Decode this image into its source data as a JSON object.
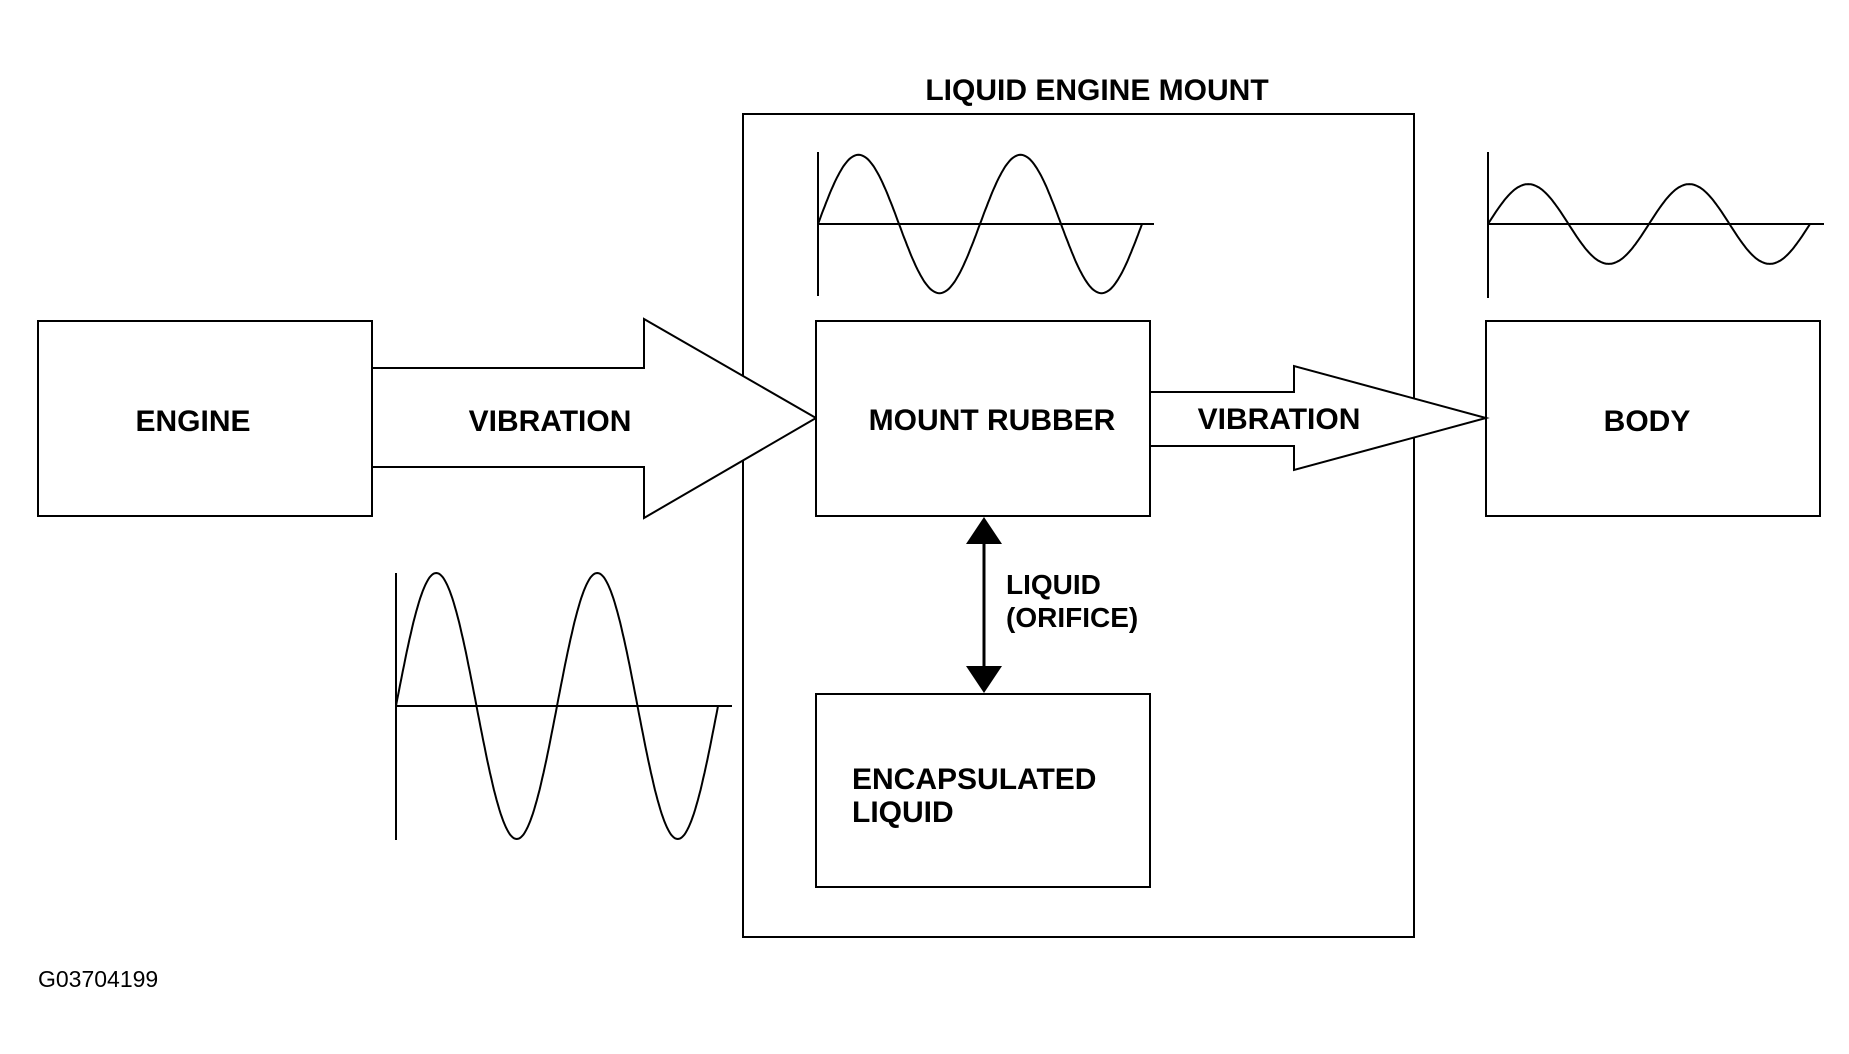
{
  "title": "LIQUID ENGINE MOUNT",
  "boxes": {
    "engine": "ENGINE",
    "mount_rubber": "MOUNT RUBBER",
    "encapsulated_line1": "ENCAPSULATED",
    "encapsulated_line2": "LIQUID",
    "body": "BODY"
  },
  "arrows": {
    "input": "VIBRATION",
    "output": "VIBRATION"
  },
  "orifice": {
    "line1": "LIQUID",
    "line2": "(ORIFICE)"
  },
  "figure_id": "G03704199",
  "waveforms": [
    {
      "name": "engine-vibration",
      "relative_amplitude": 1.0,
      "cycles": 2
    },
    {
      "name": "mount-rubber-vibration",
      "relative_amplitude": 0.52,
      "cycles": 2
    },
    {
      "name": "body-vibration",
      "relative_amplitude": 0.3,
      "cycles": 2
    }
  ],
  "colors": {
    "line": "#000000",
    "background": "#ffffff"
  }
}
